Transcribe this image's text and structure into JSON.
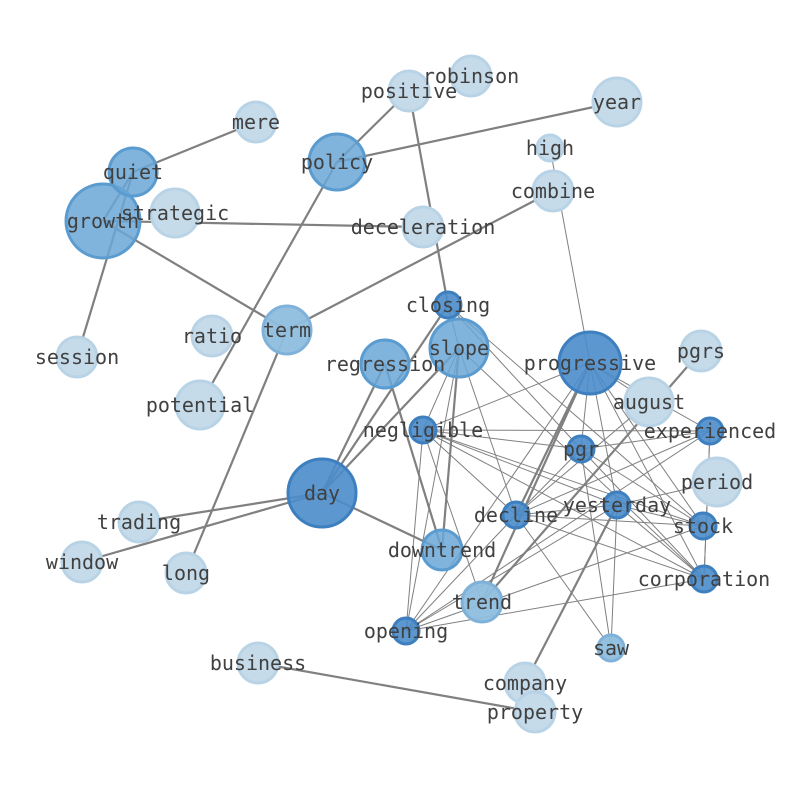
{
  "colors": {
    "level1": "#c6dbea",
    "level2": "#8fbedf",
    "level3": "#6aa7d6",
    "level4": "#4a8ccb",
    "stroke1": "#b9d3e6",
    "stroke2": "#7fb1d9",
    "stroke3": "#5a9bd0",
    "stroke4": "#3d7fbf",
    "edge": "#808080",
    "label": "#404040"
  },
  "nodes": [
    {
      "id": "growth",
      "label": "growth",
      "level": 3
    },
    {
      "id": "quiet",
      "label": "quiet",
      "level": 3
    },
    {
      "id": "mere",
      "label": "mere",
      "level": 1
    },
    {
      "id": "strategic",
      "label": "strategic",
      "level": 1
    },
    {
      "id": "session",
      "label": "session",
      "level": 1
    },
    {
      "id": "policy",
      "label": "policy",
      "level": 3
    },
    {
      "id": "positive",
      "label": "positive",
      "level": 1
    },
    {
      "id": "robinson",
      "label": "robinson",
      "level": 1
    },
    {
      "id": "year",
      "label": "year",
      "level": 1
    },
    {
      "id": "high",
      "label": "high",
      "level": 1
    },
    {
      "id": "combine",
      "label": "combine",
      "level": 1
    },
    {
      "id": "deceleration",
      "label": "deceleration",
      "level": 1
    },
    {
      "id": "ratio",
      "label": "ratio",
      "level": 1
    },
    {
      "id": "term",
      "label": "term",
      "level": 2
    },
    {
      "id": "closing",
      "label": "closing",
      "level": 4
    },
    {
      "id": "regression",
      "label": "regression",
      "level": 3
    },
    {
      "id": "slope",
      "label": "slope",
      "level": 3
    },
    {
      "id": "progressive",
      "label": "progressive",
      "level": 4
    },
    {
      "id": "pgrs",
      "label": "pgrs",
      "level": 1
    },
    {
      "id": "potential",
      "label": "potential",
      "level": 1
    },
    {
      "id": "august",
      "label": "august",
      "level": 1
    },
    {
      "id": "negligible",
      "label": "negligible",
      "level": 4
    },
    {
      "id": "experienced",
      "label": "experienced",
      "level": 4
    },
    {
      "id": "pgr",
      "label": "pgr",
      "level": 4
    },
    {
      "id": "period",
      "label": "period",
      "level": 1
    },
    {
      "id": "day",
      "label": "day",
      "level": 4
    },
    {
      "id": "yesterday",
      "label": "yesterday",
      "level": 4
    },
    {
      "id": "decline",
      "label": "decline",
      "level": 4
    },
    {
      "id": "stock",
      "label": "stock",
      "level": 4
    },
    {
      "id": "trading",
      "label": "trading",
      "level": 1
    },
    {
      "id": "downtrend",
      "label": "downtrend",
      "level": 3
    },
    {
      "id": "window",
      "label": "window",
      "level": 1
    },
    {
      "id": "long",
      "label": "long",
      "level": 1
    },
    {
      "id": "corporation",
      "label": "corporation",
      "level": 4
    },
    {
      "id": "trend",
      "label": "trend",
      "level": 2
    },
    {
      "id": "opening",
      "label": "opening",
      "level": 4
    },
    {
      "id": "saw",
      "label": "saw",
      "level": 2
    },
    {
      "id": "business",
      "label": "business",
      "level": 1
    },
    {
      "id": "company",
      "label": "company",
      "level": 1
    },
    {
      "id": "property",
      "label": "property",
      "level": 1
    }
  ],
  "edges": [
    {
      "from": "growth",
      "to": "quiet",
      "weight": "thick"
    },
    {
      "from": "quiet",
      "to": "mere",
      "weight": "thick"
    },
    {
      "from": "quiet",
      "to": "session",
      "weight": "thick"
    },
    {
      "from": "growth",
      "to": "deceleration",
      "weight": "thick"
    },
    {
      "from": "growth",
      "to": "term",
      "weight": "thick"
    },
    {
      "from": "policy",
      "to": "year",
      "weight": "thick"
    },
    {
      "from": "policy",
      "to": "positive",
      "weight": "thick"
    },
    {
      "from": "policy",
      "to": "potential",
      "weight": "thick"
    },
    {
      "from": "positive",
      "to": "closing",
      "weight": "thick"
    },
    {
      "from": "combine",
      "to": "term",
      "weight": "thick"
    },
    {
      "from": "high",
      "to": "progressive",
      "weight": "thin"
    },
    {
      "from": "term",
      "to": "long",
      "weight": "thick"
    },
    {
      "from": "day",
      "to": "slope",
      "weight": "thick"
    },
    {
      "from": "day",
      "to": "regression",
      "weight": "thick"
    },
    {
      "from": "day",
      "to": "trading",
      "weight": "thick"
    },
    {
      "from": "day",
      "to": "window",
      "weight": "thick"
    },
    {
      "from": "day",
      "to": "downtrend",
      "weight": "thick"
    },
    {
      "from": "day",
      "to": "closing",
      "weight": "thick"
    },
    {
      "from": "regression",
      "to": "downtrend",
      "weight": "thick"
    },
    {
      "from": "slope",
      "to": "downtrend",
      "weight": "thick"
    },
    {
      "from": "progressive",
      "to": "decline",
      "weight": "thick"
    },
    {
      "from": "progressive",
      "to": "trend",
      "weight": "thick"
    },
    {
      "from": "pgrs",
      "to": "trend",
      "weight": "thick"
    },
    {
      "from": "company",
      "to": "yesterday",
      "weight": "thick"
    },
    {
      "from": "business",
      "to": "property",
      "weight": "thick"
    },
    {
      "from": "closing",
      "to": "slope",
      "weight": "thin"
    },
    {
      "from": "closing",
      "to": "pgr",
      "weight": "thin"
    },
    {
      "from": "closing",
      "to": "stock",
      "weight": "thin"
    },
    {
      "from": "slope",
      "to": "negligible",
      "weight": "thin"
    },
    {
      "from": "slope",
      "to": "opening",
      "weight": "thin"
    },
    {
      "from": "slope",
      "to": "corporation",
      "weight": "thin"
    },
    {
      "from": "slope",
      "to": "decline",
      "weight": "thin"
    },
    {
      "from": "progressive",
      "to": "negligible",
      "weight": "thin"
    },
    {
      "from": "progressive",
      "to": "experienced",
      "weight": "thin"
    },
    {
      "from": "progressive",
      "to": "stock",
      "weight": "thin"
    },
    {
      "from": "progressive",
      "to": "corporation",
      "weight": "thin"
    },
    {
      "from": "progressive",
      "to": "opening",
      "weight": "thin"
    },
    {
      "from": "progressive",
      "to": "pgr",
      "weight": "thin"
    },
    {
      "from": "progressive",
      "to": "yesterday",
      "weight": "thin"
    },
    {
      "from": "negligible",
      "to": "experienced",
      "weight": "thin"
    },
    {
      "from": "negligible",
      "to": "pgr",
      "weight": "thin"
    },
    {
      "from": "negligible",
      "to": "yesterday",
      "weight": "thin"
    },
    {
      "from": "negligible",
      "to": "stock",
      "weight": "thin"
    },
    {
      "from": "negligible",
      "to": "corporation",
      "weight": "thin"
    },
    {
      "from": "negligible",
      "to": "opening",
      "weight": "thin"
    },
    {
      "from": "negligible",
      "to": "decline",
      "weight": "thin"
    },
    {
      "from": "negligible",
      "to": "trend",
      "weight": "thin"
    },
    {
      "from": "experienced",
      "to": "decline",
      "weight": "thin"
    },
    {
      "from": "experienced",
      "to": "opening",
      "weight": "thin"
    },
    {
      "from": "experienced",
      "to": "pgr",
      "weight": "thin"
    },
    {
      "from": "experienced",
      "to": "corporation",
      "weight": "thin"
    },
    {
      "from": "pgr",
      "to": "decline",
      "weight": "thin"
    },
    {
      "from": "pgr",
      "to": "corporation",
      "weight": "thin"
    },
    {
      "from": "pgr",
      "to": "stock",
      "weight": "thin"
    },
    {
      "from": "pgr",
      "to": "saw",
      "weight": "thin"
    },
    {
      "from": "yesterday",
      "to": "decline",
      "weight": "thin"
    },
    {
      "from": "yesterday",
      "to": "stock",
      "weight": "thin"
    },
    {
      "from": "yesterday",
      "to": "opening",
      "weight": "thin"
    },
    {
      "from": "yesterday",
      "to": "saw",
      "weight": "thin"
    },
    {
      "from": "yesterday",
      "to": "corporation",
      "weight": "thin"
    },
    {
      "from": "decline",
      "to": "stock",
      "weight": "thin"
    },
    {
      "from": "decline",
      "to": "opening",
      "weight": "thin"
    },
    {
      "from": "decline",
      "to": "saw",
      "weight": "thin"
    },
    {
      "from": "decline",
      "to": "corporation",
      "weight": "thin"
    },
    {
      "from": "stock",
      "to": "opening",
      "weight": "thin"
    },
    {
      "from": "corporation",
      "to": "experienced",
      "weight": "thin"
    },
    {
      "from": "corporation",
      "to": "opening",
      "weight": "thin"
    },
    {
      "from": "august",
      "to": "decline",
      "weight": "thin"
    },
    {
      "from": "august",
      "to": "progressive",
      "weight": "thin"
    },
    {
      "from": "period",
      "to": "yesterday",
      "weight": "thin"
    }
  ]
}
